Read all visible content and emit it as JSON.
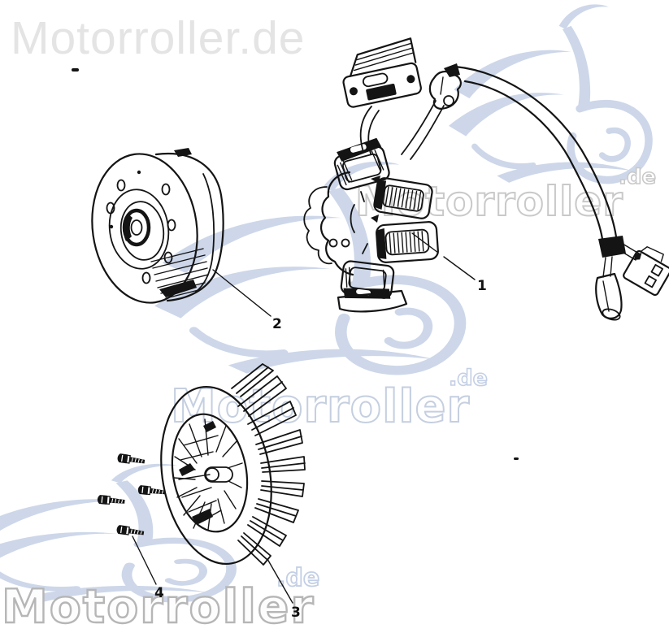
{
  "watermarks": {
    "top_left": "Motorroller.de",
    "right_text": "Motorroller",
    "right_de": ".de",
    "center_text": "Motorroller",
    "center_de": ".de",
    "bottom_text": "Motorroller",
    "bottom_de": ".de"
  },
  "callouts": {
    "label_1": "1",
    "label_2": "2",
    "label_3": "3",
    "label_4": "4"
  },
  "colors": {
    "ink": "#141414",
    "watermark_light_gray": "#e4e4e4",
    "watermark_gray": "#c9c9c9",
    "watermark_blue": "#cdd7e9",
    "bottom_text_outline": "#b6b6b6"
  }
}
